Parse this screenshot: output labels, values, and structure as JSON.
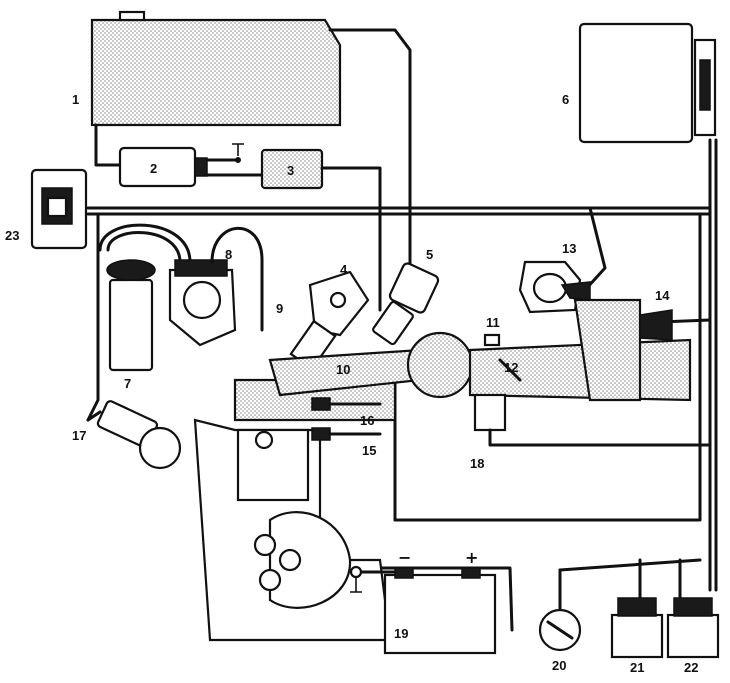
{
  "labels": {
    "n1": "1",
    "n2": "2",
    "n3": "3",
    "n4": "4",
    "n5": "5",
    "n6": "6",
    "n7": "7",
    "n8": "8",
    "n9": "9",
    "n10": "10",
    "n11": "11",
    "n12": "12",
    "n13": "13",
    "n14": "14",
    "n15": "15",
    "n16": "16",
    "n17": "17",
    "n18": "18",
    "n19": "19",
    "n20": "20",
    "n21": "21",
    "n22": "22",
    "n23": "23"
  },
  "battery": {
    "minus": "−",
    "plus": "+"
  },
  "colors": {
    "ink": "#111111",
    "paper": "#ffffff",
    "stipple": "#9a9a9a"
  }
}
